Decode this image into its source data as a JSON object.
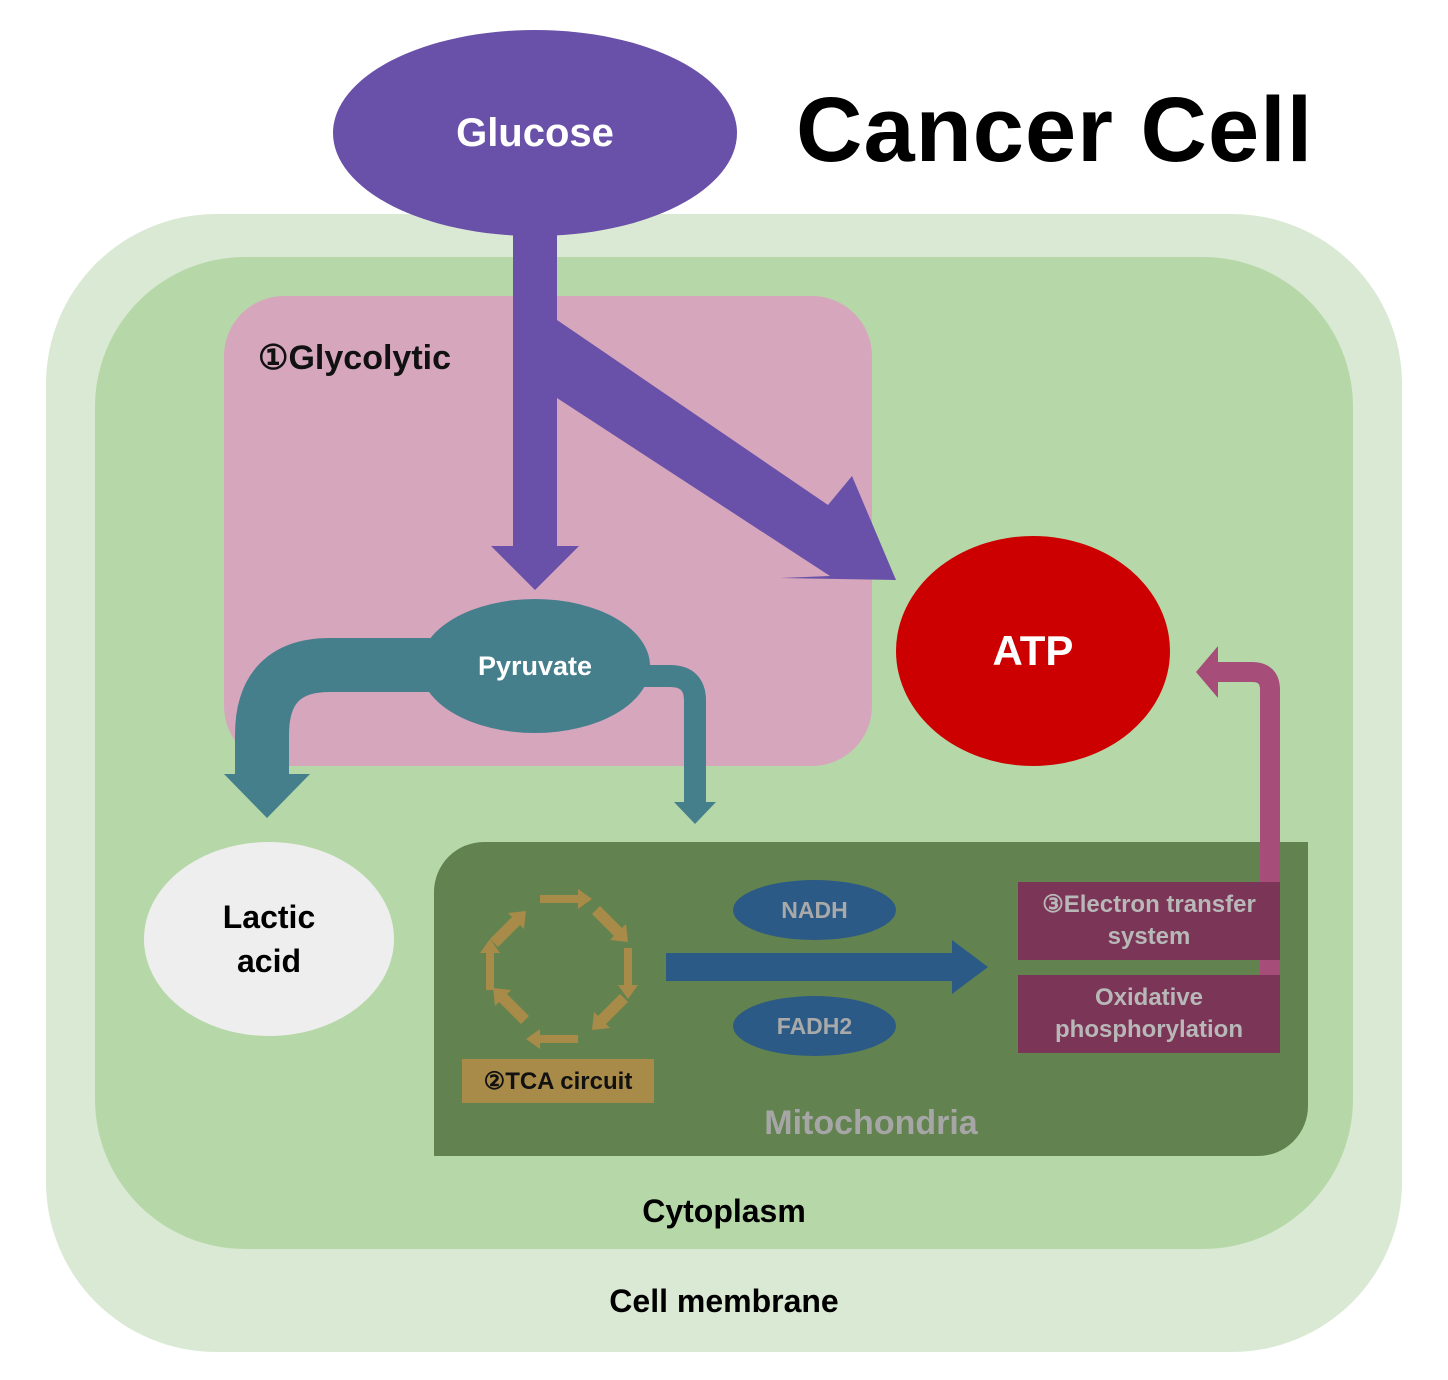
{
  "title": "Cancer Cell",
  "compartments": {
    "membrane": "Cell membrane",
    "cytoplasm": "Cytoplasm",
    "mitochondria": "Mitochondria",
    "glycolytic": "①Glycolytic"
  },
  "nodes": {
    "glucose": "Glucose",
    "pyruvate": "Pyruvate",
    "atp": "ATP",
    "lactic_line1": "Lactic",
    "lactic_line2": "acid",
    "nadh": "NADH",
    "fadh2": "FADH2",
    "tca": "②TCA circuit",
    "etc_line1": "③Electron transfer",
    "etc_line2": "system",
    "oxphos_line1": "Oxidative",
    "oxphos_line2": "phosphorylation"
  },
  "colors": {
    "glucose": "#6950a8",
    "pyruvate": "#457f8c",
    "atp": "#cc0000",
    "membrane": "#d9e9d3",
    "cytoplasm": "#b6d8a8",
    "glycolytic": "#d6a6bd",
    "mitochondria": "#62824f",
    "tca": "#a88b48",
    "electron_transfer": "#7b3556",
    "nadh_fadh2": "#2b5a86"
  }
}
